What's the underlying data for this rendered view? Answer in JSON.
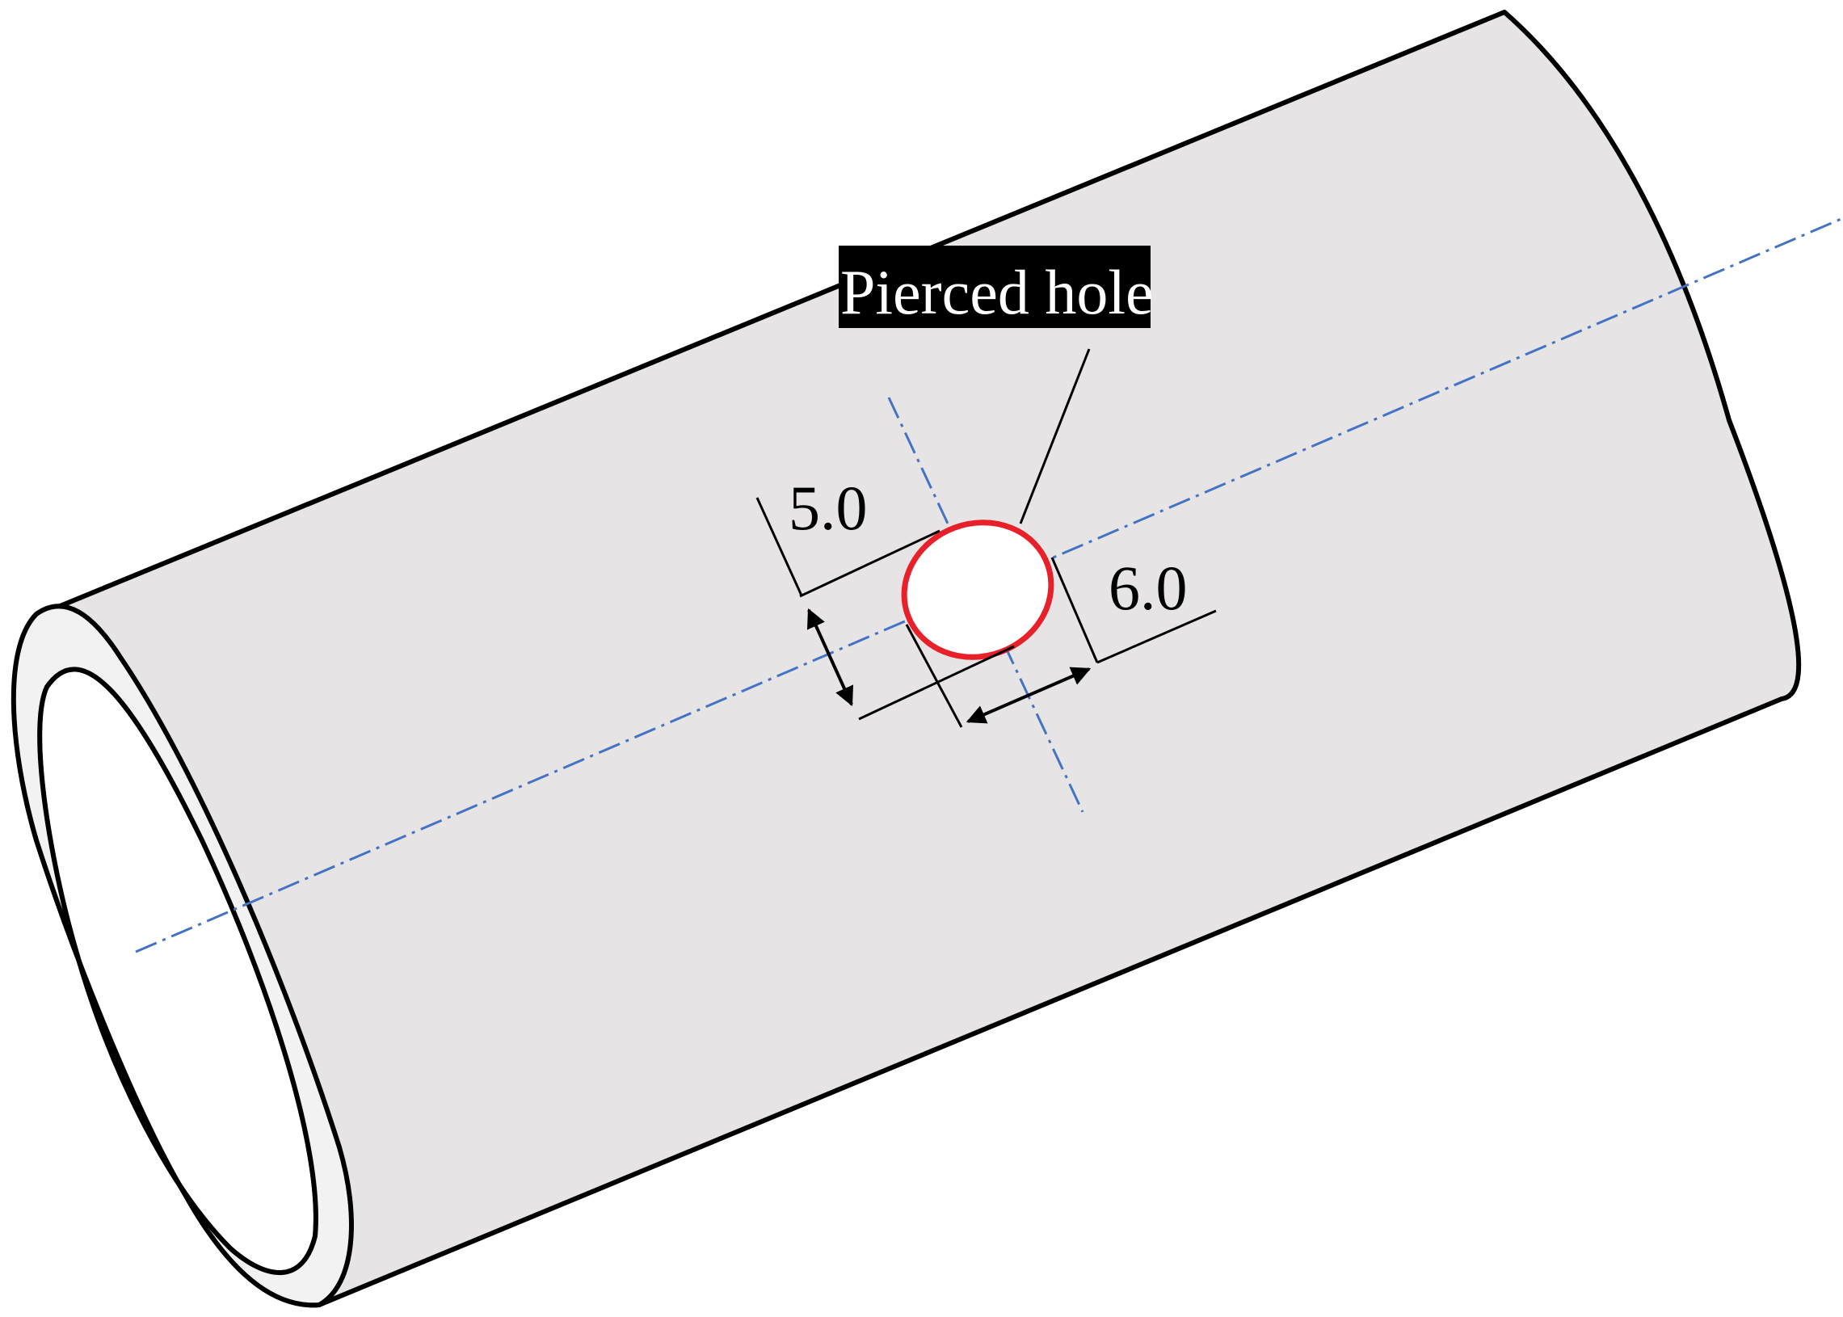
{
  "diagram": {
    "callout_label": "Pierced hole",
    "dimension_1": "5.0",
    "dimension_2": "6.0",
    "colors": {
      "tube_fill": "#E6E4E5",
      "tube_inner_face": "#F2F2F2",
      "outline": "#000000",
      "hole_outline": "#E8202A",
      "hole_fill": "#FFFFFF",
      "center_line": "#4472C4",
      "callout_background": "#000000",
      "callout_text": "#FFFFFF"
    },
    "icons": {
      "arrowhead": "filled-triangle"
    }
  }
}
